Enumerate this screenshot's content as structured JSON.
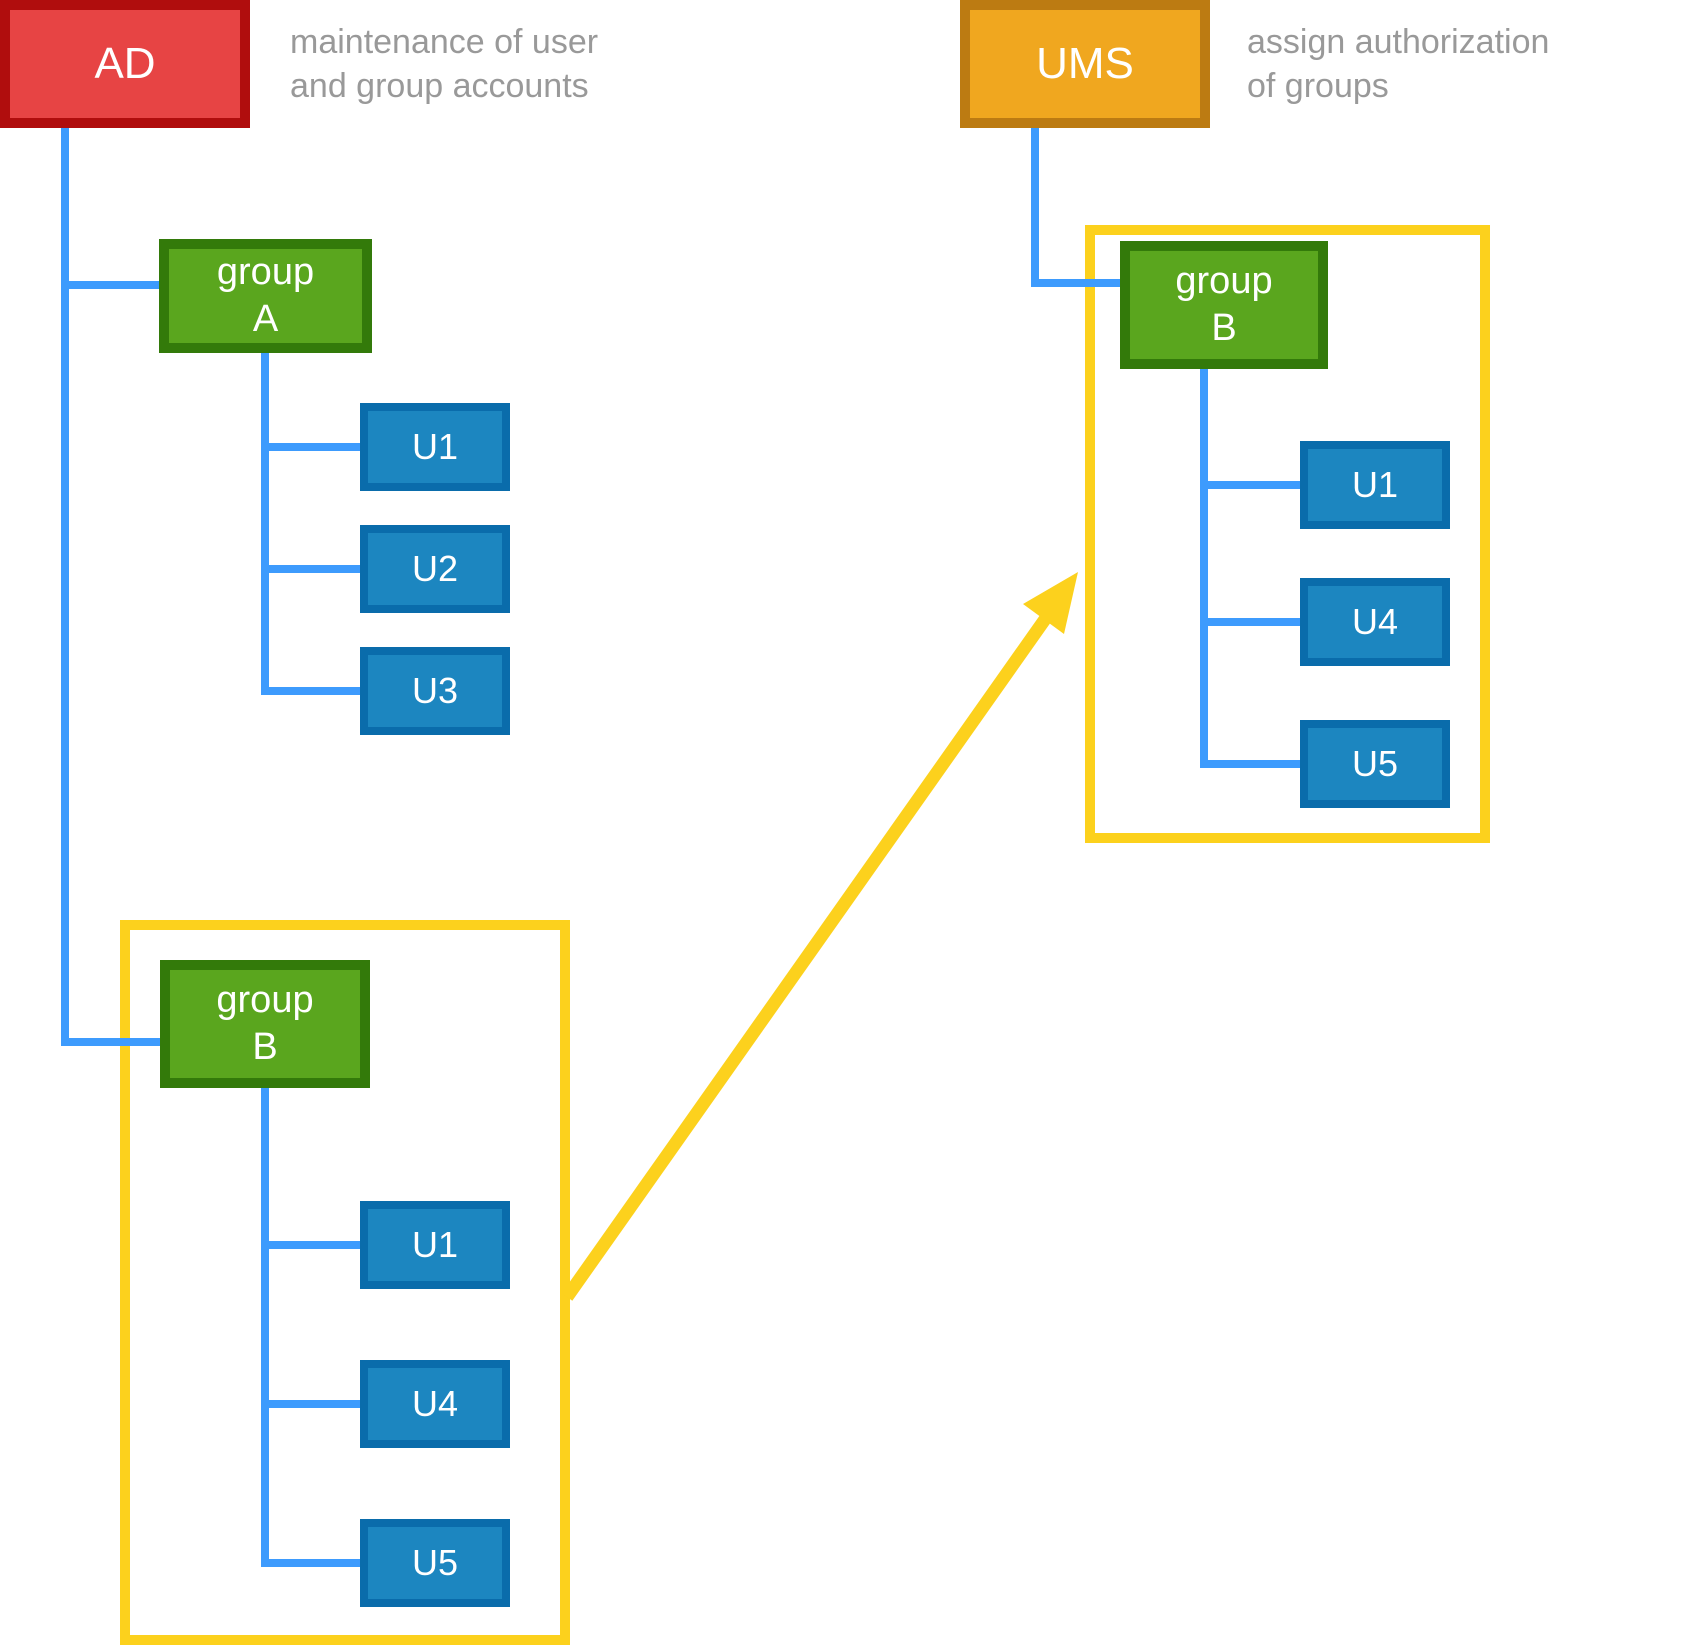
{
  "ad_system": {
    "title": "AD",
    "caption_line1": "maintenance of user",
    "caption_line2": "and group accounts"
  },
  "ums_system": {
    "title": "UMS",
    "caption_line1": "assign authorization",
    "caption_line2": "of groups"
  },
  "ad_tree": {
    "group_a": {
      "name_line1": "group",
      "name_line2": "A",
      "users": [
        "U1",
        "U2",
        "U3"
      ]
    },
    "group_b": {
      "name_line1": "group",
      "name_line2": "B",
      "users": [
        "U1",
        "U4",
        "U5"
      ]
    }
  },
  "ums_tree": {
    "group_b": {
      "name_line1": "group",
      "name_line2": "B",
      "users": [
        "U1",
        "U4",
        "U5"
      ]
    }
  },
  "colors": {
    "ad_fill": "#e74444",
    "ad_border": "#b00d0d",
    "ums_fill": "#f0a71f",
    "ums_border": "#bc7b12",
    "group_fill": "#5aa61e",
    "group_border": "#337a0a",
    "user_fill": "#1c86c0",
    "user_border": "#0a6cab",
    "connector_blue": "#3d9bfd",
    "highlight_yellow": "#fcd11d",
    "caption_gray": "#999999"
  }
}
